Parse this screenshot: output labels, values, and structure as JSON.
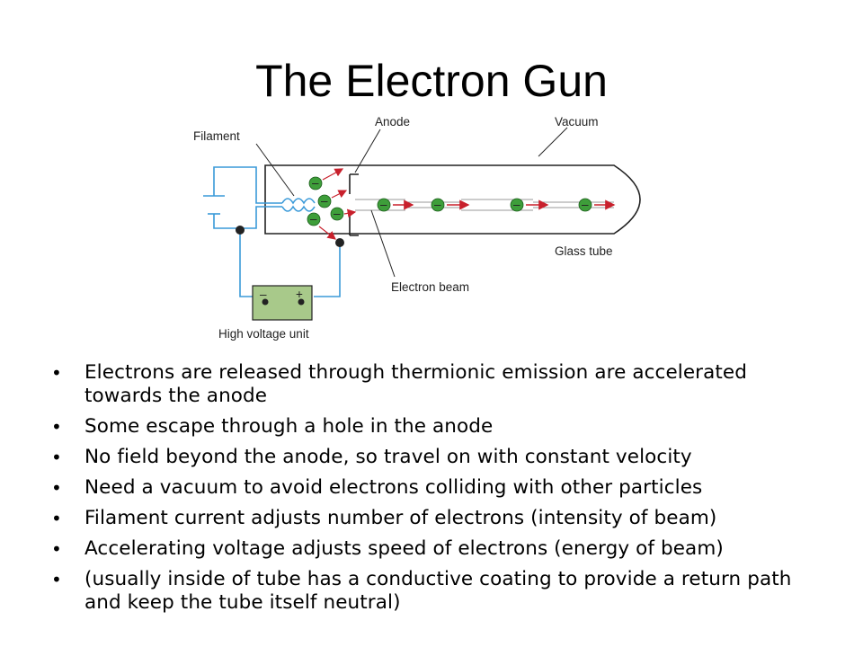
{
  "slide": {
    "title": "The Electron Gun"
  },
  "diagram": {
    "labels": {
      "filament": "Filament",
      "anode": "Anode",
      "vacuum": "Vacuum",
      "glass_tube": "Glass tube",
      "electron_beam": "Electron beam",
      "high_voltage_unit": "High voltage unit",
      "electron_symbol": "–",
      "minus": "–",
      "plus": "+"
    },
    "colors": {
      "wire": "#3a9ad9",
      "electron": "#3e9e3a",
      "arrow": "#c8202c",
      "battery_fill": "#a8c98a",
      "tube": "#222222"
    }
  },
  "bullets": [
    "Electrons are released through thermionic emission are accelerated towards the anode",
    "Some escape through a hole in the anode",
    "No field beyond the anode, so travel on with constant velocity",
    "Need a vacuum to avoid electrons colliding with other particles",
    "Filament current adjusts number of electrons (intensity of beam)",
    "Accelerating voltage adjusts speed of electrons (energy of beam)",
    "(usually inside of tube has a conductive coating to provide a return path and keep the tube itself neutral)"
  ]
}
